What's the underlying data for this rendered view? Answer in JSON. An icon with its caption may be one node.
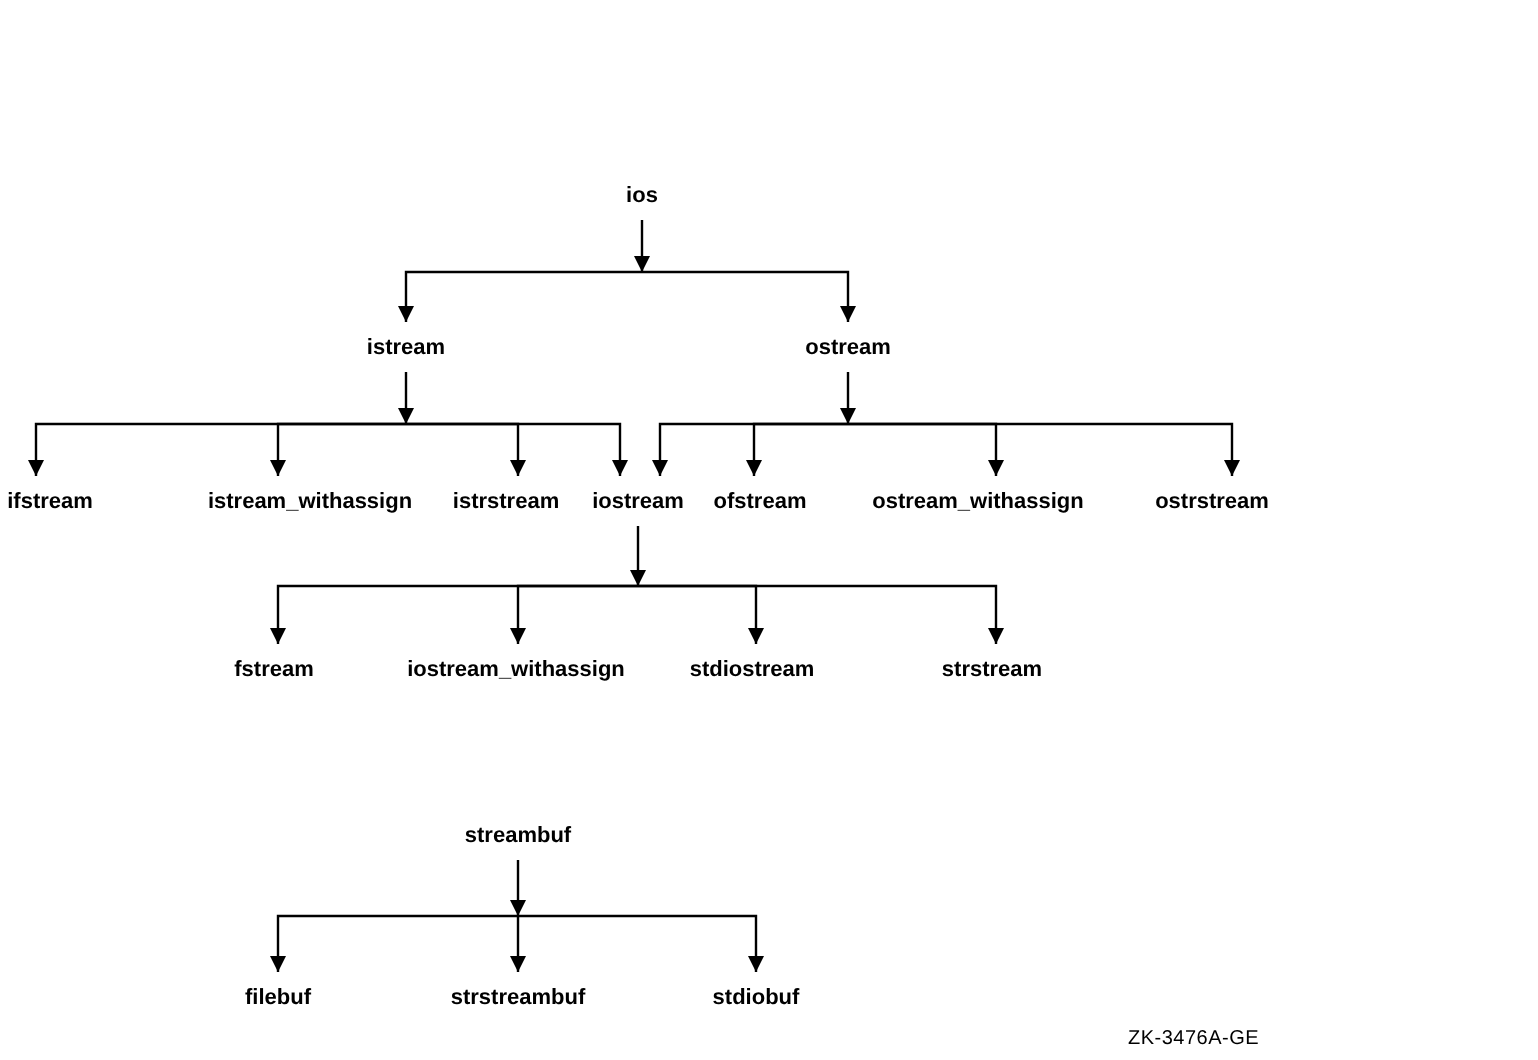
{
  "diagram": {
    "nodes": [
      {
        "text": [
          "ios"
        ]
      },
      {
        "text": [
          "istream"
        ]
      },
      {
        "text": [
          "ostream"
        ]
      },
      {
        "text": [
          "ifstream"
        ]
      },
      {
        "text": [
          "istream_withassign"
        ]
      },
      {
        "text": [
          "istrstream"
        ]
      },
      {
        "text": [
          "iostream"
        ]
      },
      {
        "text": [
          "ofstream"
        ]
      },
      {
        "text": [
          "ostream_withassign"
        ]
      },
      {
        "text": [
          "ostrstream"
        ]
      },
      {
        "text": [
          "fstream"
        ]
      },
      {
        "text": [
          "iostream_withassign"
        ]
      },
      {
        "text": [
          "stdiostream"
        ]
      },
      {
        "text": [
          "strstream"
        ]
      },
      {
        "text": [
          "streambuf"
        ]
      },
      {
        "text": [
          "filebuf"
        ]
      },
      {
        "text": [
          "strstreambuf"
        ]
      },
      {
        "text": [
          "stdiobuf"
        ]
      }
    ],
    "edges": [
      {
        "from": 0,
        "to": 1,
        "arrow": "to"
      },
      {
        "from": 0,
        "to": 2,
        "arrow": "to"
      },
      {
        "from": 1,
        "to": 3,
        "arrow": "to"
      },
      {
        "from": 1,
        "to": 4,
        "arrow": "to"
      },
      {
        "from": 1,
        "to": 5,
        "arrow": "to"
      },
      {
        "from": 1,
        "to": 6,
        "arrow": "to"
      },
      {
        "from": 2,
        "to": 6,
        "arrow": "to"
      },
      {
        "from": 2,
        "to": 7,
        "arrow": "to"
      },
      {
        "from": 2,
        "to": 8,
        "arrow": "to"
      },
      {
        "from": 2,
        "to": 9,
        "arrow": "to"
      },
      {
        "from": 6,
        "to": 10,
        "arrow": "to"
      },
      {
        "from": 6,
        "to": 11,
        "arrow": "to"
      },
      {
        "from": 6,
        "to": 12,
        "arrow": "to"
      },
      {
        "from": 6,
        "to": 13,
        "arrow": "to"
      },
      {
        "from": 14,
        "to": 15,
        "arrow": "to"
      },
      {
        "from": 14,
        "to": 16,
        "arrow": "to"
      },
      {
        "from": 14,
        "to": 17,
        "arrow": "to"
      }
    ],
    "labels": [
      "ZK-3476A-GE"
    ]
  }
}
